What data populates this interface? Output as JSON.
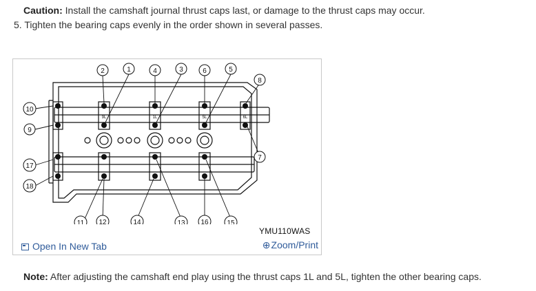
{
  "caution": {
    "label": "Caution:",
    "text": " Install the camshaft journal thrust caps last, or damage to the thrust caps may occur."
  },
  "step": {
    "text": "5. Tighten the bearing caps evenly in the order shown in several passes."
  },
  "figure": {
    "code": "YMU110WAS",
    "callouts": [
      "1",
      "2",
      "3",
      "4",
      "5",
      "6",
      "7",
      "8",
      "9",
      "10",
      "11",
      "12",
      "13",
      "14",
      "15",
      "16",
      "17",
      "18"
    ],
    "cap_markings": [
      "9L",
      "1L",
      "5L",
      "6L"
    ],
    "open_tab_label": "Open In New Tab",
    "zoom_label": "Zoom/Print",
    "open_tab_icon": "new-tab-icon",
    "zoom_icon": "zoom-in-icon"
  },
  "note": {
    "label": "Note:",
    "text": " After adjusting the camshaft end play using the thrust caps 1L and 5L, tighten the other bearing caps."
  }
}
